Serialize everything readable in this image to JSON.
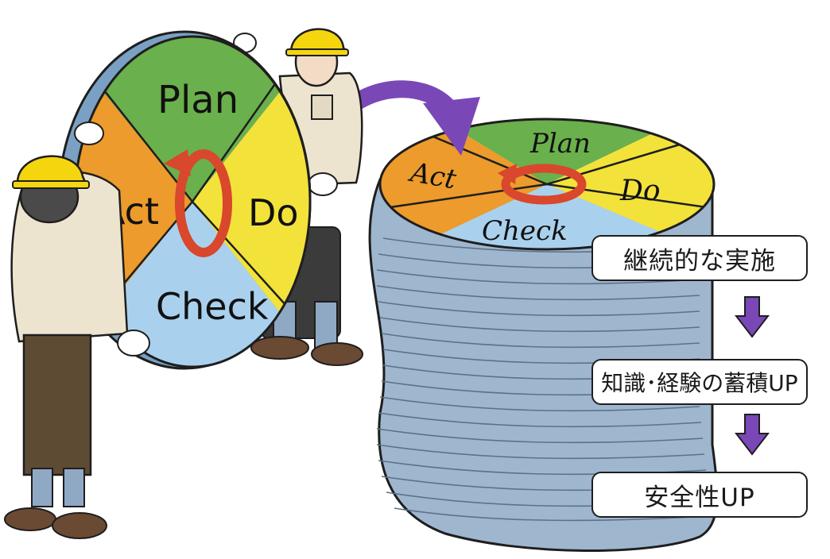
{
  "wheel_left": {
    "plan": "Plan",
    "do": "Do",
    "check": "Check",
    "act": "Act"
  },
  "wheel_right": {
    "plan": "Plan",
    "do": "Do",
    "check": "Check",
    "act": "Act"
  },
  "flow": {
    "step_1": "継続的な実施",
    "step_2": "知識･経験の蓄積UP",
    "step_3": "安全性UP"
  },
  "colors": {
    "plan": "#6ab04c",
    "do": "#f3e23a",
    "check": "#a9d1ee",
    "act": "#ec9b2c",
    "cycle_arrow": "#d9472c",
    "transfer_arrow": "#7a47b7",
    "flow_arrow": "#7a47b7",
    "stack": "#9fb6cf",
    "helmet": "#f5d50e"
  },
  "icons": [
    "cycle-arrow-icon",
    "transfer-arrow-icon",
    "down-arrow-icon"
  ]
}
